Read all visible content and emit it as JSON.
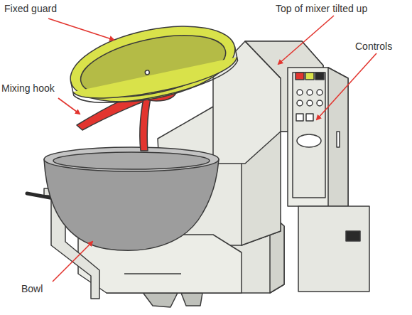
{
  "diagram": {
    "labels": [
      "Fixed guard",
      "Top of mixer tilted up",
      "Controls",
      "Mixing hook",
      "Bowl"
    ]
  }
}
